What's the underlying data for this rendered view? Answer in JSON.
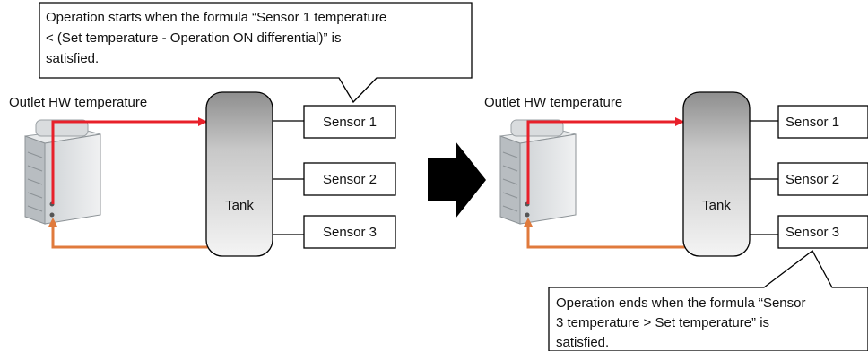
{
  "callouts": {
    "start_lines": [
      "Operation starts when the formula “Sensor 1 temperature",
      "< (Set temperature - Operation ON differential)” is",
      "satisfied."
    ],
    "end_lines": [
      "Operation ends when the formula “Sensor",
      "3 temperature > Set temperature” is",
      "satisfied."
    ]
  },
  "left": {
    "outlet_label": "Outlet HW temperature",
    "tank_label": "Tank",
    "sensors": [
      "Sensor 1",
      "Sensor 2",
      "Sensor 3"
    ]
  },
  "right": {
    "outlet_label": "Outlet HW temperature",
    "tank_label": "Tank",
    "sensors": [
      "Sensor 1",
      "Sensor 2",
      "Sensor 3"
    ]
  },
  "colors": {
    "hot_pipe": "#e8202a",
    "return_pipe": "#e07a3c",
    "arrow": "#000000"
  }
}
